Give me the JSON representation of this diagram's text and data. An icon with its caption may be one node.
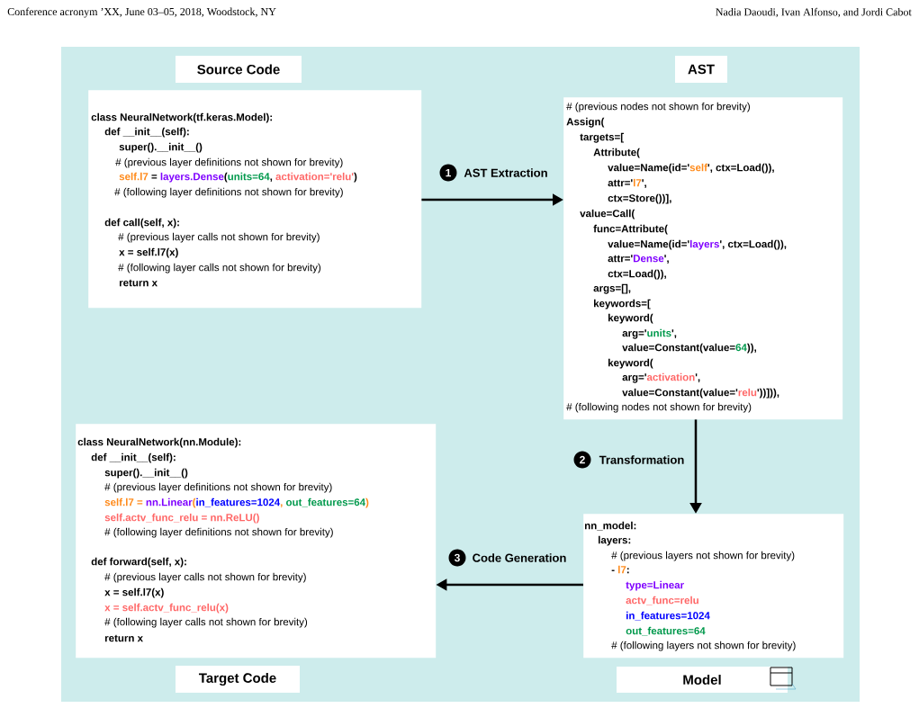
{
  "diagram": {
    "nodes": [
      {
        "text": [
          "Source Code",
          "class NeuralNetwork(tf.keras.Model):",
          "def __init__(self):",
          "super().__init__()",
          "# (previous layer definitions not shown for brevity)",
          "self.l7",
          "=",
          "layers.Dense",
          "(",
          "units=64",
          ",",
          "activation='relu'",
          ")",
          "# (following layer definitions not shown for brevity)",
          "def call(self, x):",
          "# (previous layer calls not shown for brevity)",
          "x = self.l7(x)",
          "# (following layer calls not shown for brevity)",
          "return x"
        ]
      },
      {
        "text": [
          "AST",
          "# (previous nodes not shown for brevity)",
          "Assign(",
          "targets=[",
          "Attribute(",
          "value=Name(id='",
          "self",
          "', ctx=Load()),",
          "attr='",
          "l7",
          "',",
          "ctx=Store())],",
          "value=Call(",
          "func=Attribute(",
          "value=Name(id='",
          "layers",
          "', ctx=Load()),",
          "attr='",
          "Dense",
          "',",
          "ctx=Load()),",
          "args=[],",
          "keywords=[",
          "keyword(",
          "arg='",
          "units",
          "',",
          "value=Constant(value=",
          "64",
          ")),",
          "keyword(",
          "arg='",
          "activation",
          "',",
          "value=Constant(value='",
          "relu",
          "'))])),",
          "# (following nodes not shown for brevity)"
        ]
      },
      {
        "text": [
          "Target Code",
          "class NeuralNetwork(nn.Module):",
          "def __init__(self):",
          "super().__init__()",
          "# (previous layer definitions not shown for brevity)",
          "self.l7",
          "=",
          "nn.Linear",
          "(",
          "in_features=1024",
          ",",
          "out_features=64",
          ")",
          "self.actv_func_relu = nn.ReLU()",
          "# (following layer definitions not shown for brevity)",
          "def forward(self, x):",
          "# (previous layer calls not shown for brevity)",
          "x = self.l7(x)",
          "x = self.actv_func_relu(x)",
          "# (following layer calls not shown for brevity)",
          "return x"
        ]
      },
      {
        "text": [
          "Model",
          "nn_model:",
          "layers:",
          "# (previous layers not shown for brevity)",
          "-",
          "l7",
          ":",
          "type=Linear",
          "actv_func=relu",
          "in_features=1024",
          "out_features=64",
          "# (following layers not shown for brevity)"
        ]
      }
    ],
    "edges": [
      {
        "from": 0,
        "to": 1,
        "arrow": "to",
        "label": "AST Extraction"
      },
      {
        "from": 1,
        "to": 3,
        "arrow": "to",
        "label": "Transformation"
      },
      {
        "from": 3,
        "to": 2,
        "arrow": "to",
        "label": "Code Generation"
      }
    ],
    "labels": [
      "Conference acronym ’XX, June 03–05, 2018, Woodstock, NY",
      "Nadia Daoudi, Ivan Alfonso, and Jordi Cabot",
      "1",
      "2",
      "3"
    ]
  }
}
